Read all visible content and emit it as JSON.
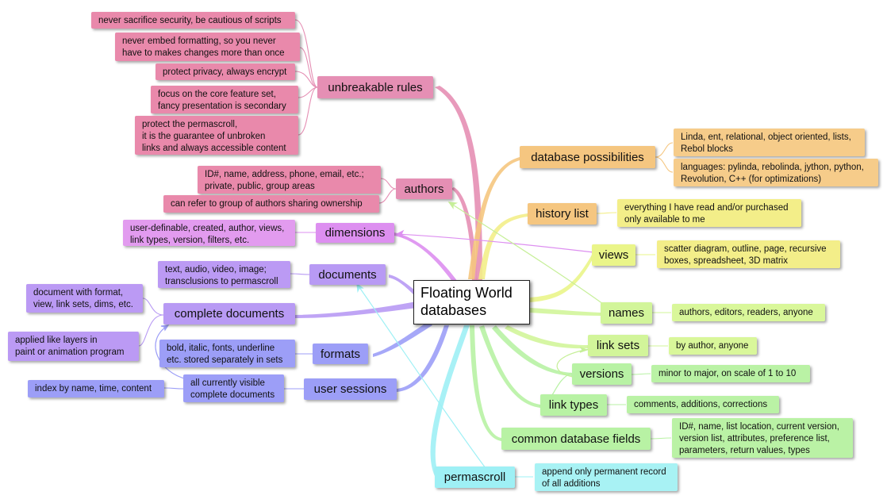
{
  "center": "Floating World\ndatabases",
  "branches": {
    "unbreakable_rules": "unbreakable rules",
    "authors": "authors",
    "dimensions": "dimensions",
    "documents": "documents",
    "complete_documents": "complete documents",
    "formats": "formats",
    "user_sessions": "user sessions",
    "permascroll": "permascroll",
    "database_possibilities": "database possibilities",
    "history_list": "history list",
    "views": "views",
    "names": "names",
    "link_sets": "link sets",
    "versions": "versions",
    "link_types": "link types",
    "common_database_fields": "common database fields"
  },
  "leaves": {
    "rule_security": "never sacrifice security, be cautious of scripts",
    "rule_formatting": "never embed formatting, so you never\nhave to makes changes more than once",
    "rule_privacy": "protect privacy, always encrypt",
    "rule_focus": "focus on the core feature set,\nfancy presentation is secondary",
    "rule_permascroll": "protect the permascroll,\nit is the guarantee of unbroken\nlinks and always accessible content",
    "authors_fields": "ID#, name, address, phone, email, etc.;\nprivate, public, group areas",
    "authors_group": "can refer to group of authors sharing ownership",
    "dimensions_desc": "user-definable, created, author, views,\nlink types, version, filters, etc.",
    "documents_desc": "text, audio, video, image;\ntransclusions to permascroll",
    "complete_docs_desc": "document with format,\nview, link sets, dims, etc.",
    "layers_desc": "applied like layers in\npaint or animation program",
    "formats_desc": "bold, italic, fonts, underline\netc. stored separately in sets",
    "sessions_desc": "all currently visible\ncomplete documents",
    "sessions_index": "index by name, time, content",
    "permascroll_desc": "append only permanent record\nof all additions",
    "db_poss_1": "Linda, ent, relational, object oriented, lists,\nRebol blocks",
    "db_poss_2": "languages: pylinda, rebolinda, jython, python,\nRevolution, C++ (for optimizations)",
    "history_desc": "everything I have read and/or purchased\nonly available to me",
    "views_desc": "scatter diagram, outline, page, recursive\nboxes, spreadsheet, 3D matrix",
    "names_desc": "authors, editors, readers, anyone",
    "link_sets_desc": "by author, anyone",
    "versions_desc": "minor to major, on scale of 1 to 10",
    "link_types_desc": "comments, additions, corrections",
    "common_fields_desc": "ID#, name, list location, current version,\nversion list, attributes, preference list,\nparameters, return values, types"
  },
  "colors": {
    "pink": "#e58fb4",
    "violet": "#dd8ff0",
    "purple": "#b89af4",
    "blue": "#9c9ef7",
    "orange": "#f5c680",
    "yellow": "#eaf589",
    "light_green": "#d2f59a",
    "green": "#b8f2a4",
    "cyan": "#9ef0f5"
  }
}
